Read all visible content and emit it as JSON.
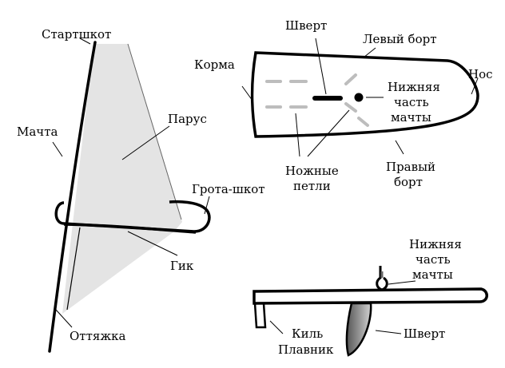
{
  "colors": {
    "ink": "#000000",
    "sail_fill": "#e4e4e4",
    "strap_gray": "#bdbdbd",
    "fin_dark": "#555555",
    "fin_light": "#cfcfcf"
  },
  "sail_view": {
    "labels": {
      "startshkot": "Стартшкот",
      "mast": "Мачта",
      "sail": "Парус",
      "mainsheet": "Грота-шкот",
      "boom": "Гик",
      "downhaul": "Оттяжка"
    }
  },
  "top_view": {
    "labels": {
      "stern": "Корма",
      "daggerboard": "Шверт",
      "port_line": "Левый борт",
      "bow": "Нос",
      "mast_base_line1": "Нижняя",
      "mast_base_line2": "часть",
      "mast_base_line3": "мачты",
      "foot_straps_line1": "Ножные",
      "foot_straps_line2": "петли",
      "starboard_line1": "Правый",
      "starboard_line2": "борт"
    }
  },
  "side_view": {
    "labels": {
      "mast_base_line1": "Нижняя",
      "mast_base_line2": "часть",
      "mast_base_line3": "мачты",
      "skeg_line1": "Киль",
      "skeg_line2": "Плавник",
      "daggerboard": "Шверт"
    }
  }
}
